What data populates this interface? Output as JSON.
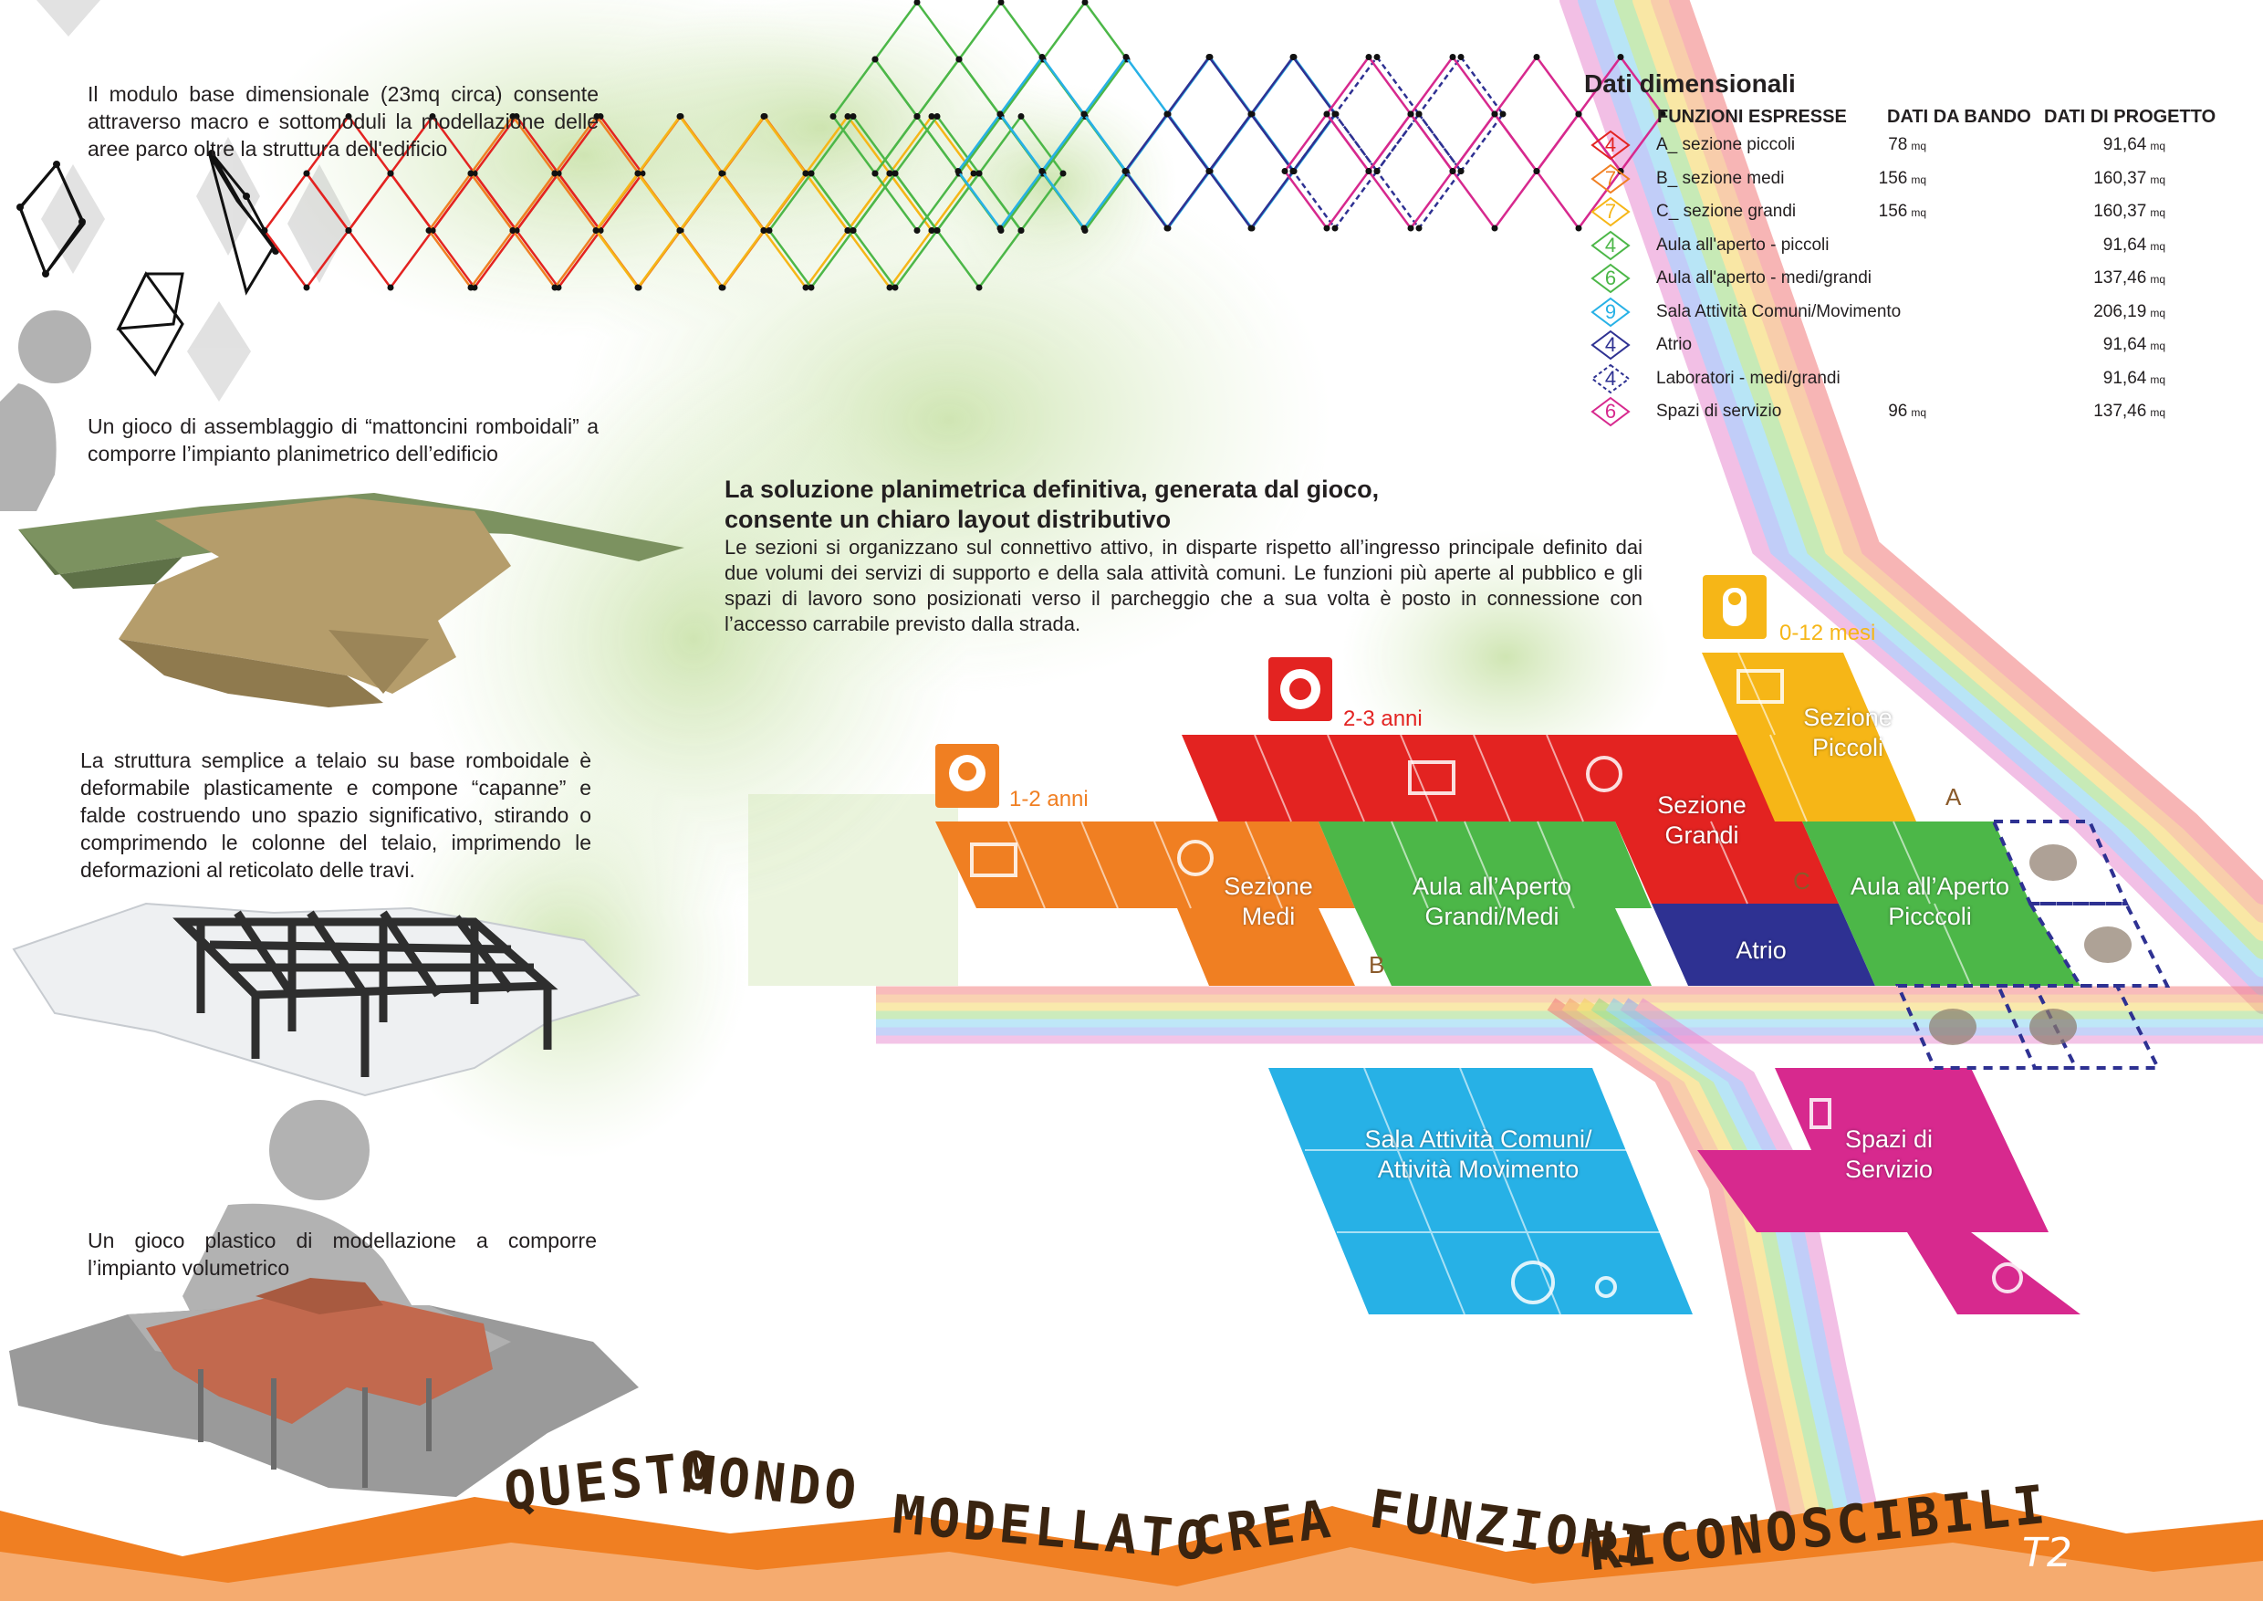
{
  "intro": {
    "module_text": "Il modulo base dimensionale (23mq circa) consente attraverso macro e sottomoduli la modellazione delle aree parco oltre la struttura dell'edificio",
    "game_text": "Un gioco di assemblaggio di “mattoncini romboidali” a comporre l’impianto planimetrico dell’edificio",
    "structure_text": "La struttura semplice a telaio su base romboidale è deformabile plasticamente e compone “capanne” e falde costruendo uno spazio significativo, stirando o comprimendo le colonne del telaio, imprimendo le deformazioni al reticolato delle travi.",
    "plastic_text": "Un gioco plastico di modellazione a comporre l’impianto volumetrico"
  },
  "solution": {
    "heading": "La soluzione planimetrica definitiva, generata dal gioco, consente un chiaro layout distributivo",
    "body": "Le sezioni si organizzano sul connettivo attivo, in disparte rispetto all’ingresso principale definito dai due volumi dei servizi di supporto e della sala attività comuni. Le funzioni più aperte al pubblico e gli spazi di lavoro sono posizionati verso il parcheggio che a sua volta è posto in connessione con l’accesso carrabile previsto dalla strada."
  },
  "table": {
    "title": "Dati dimensionali",
    "col_functions": "FUNZIONI ESPRESSE",
    "col_bando": "DATI DA BANDO",
    "col_progetto": "DATI DI PROGETTO",
    "unit": "mq",
    "rows": [
      {
        "num": "4",
        "color": "#e32321",
        "label": "A_ sezione piccoli",
        "bando": "78",
        "progetto": "91,64"
      },
      {
        "num": "7",
        "color": "#f07f22",
        "label": "B_ sezione medi",
        "bando": "156",
        "progetto": "160,37"
      },
      {
        "num": "7",
        "color": "#f6b617",
        "label": "C_ sezione grandi",
        "bando": "156",
        "progetto": "160,37"
      },
      {
        "num": "4",
        "color": "#4cb748",
        "label": "Aula all'aperto - piccoli",
        "bando": "",
        "progetto": "91,64"
      },
      {
        "num": "6",
        "color": "#4cb748",
        "label": "Aula all'aperto - medi/grandi",
        "bando": "",
        "progetto": "137,46"
      },
      {
        "num": "9",
        "color": "#27b1e6",
        "label": "Sala Attività Comuni/Movimento",
        "bando": "",
        "progetto": "206,19"
      },
      {
        "num": "4",
        "color": "#2e3192",
        "label": "Atrio",
        "bando": "",
        "progetto": "91,64"
      },
      {
        "num": "4",
        "color": "#2e3192",
        "label": "Laboratori - medi/grandi",
        "bando": "",
        "progetto": "91,64"
      },
      {
        "num": "6",
        "color": "#d7298e",
        "label": "Spazi di servizio",
        "bando": "96",
        "progetto": "137,46"
      }
    ]
  },
  "plan": {
    "ages": {
      "a12": "1-2 anni",
      "a23": "2-3 anni",
      "a012": "0-12 mesi"
    },
    "zones": {
      "piccoli": "Sezione Piccoli",
      "grandi": "Sezione Grandi",
      "medi": "Sezione Medi",
      "aula_gm": "Aula all’Aperto Grandi/Medi",
      "aula_p": "Aula all’Aperto Picccoli",
      "atrio": "Atrio",
      "sala": "Sala Attività Comuni/ Attività Movimento",
      "servizio": "Spazi di Servizio"
    },
    "letters": {
      "a": "A",
      "b": "B",
      "c": "C"
    }
  },
  "slogan": [
    "QUESTO",
    "MONDO",
    "MODELLATO",
    "CREA",
    "FUNZIONI",
    "RICONOSCIBILI"
  ],
  "page_tag": "T2",
  "colors": {
    "red": "#e32321",
    "orange": "#f07f22",
    "yellow": "#f6b617",
    "green": "#4cb748",
    "cyan": "#27b1e6",
    "blue": "#2e3192",
    "magenta": "#d7298e",
    "brown": "#3a2410"
  }
}
